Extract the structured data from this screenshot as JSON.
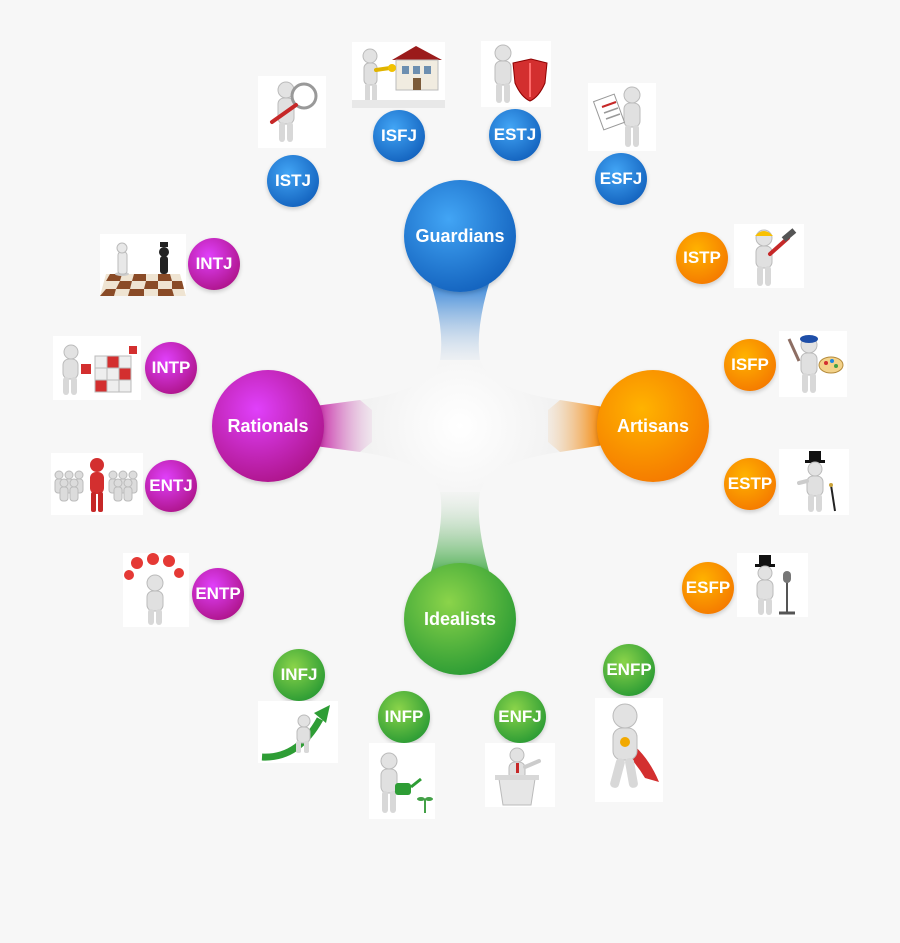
{
  "colors": {
    "guardians": "#1565c0",
    "guardians_light": "#42a5f5",
    "artisans": "#f57c00",
    "artisans_light": "#ffb300",
    "rationals": "#b0168f",
    "rationals_light": "#e040fb",
    "idealists": "#2e9d35",
    "idealists_light": "#8bd44a"
  },
  "hubs": {
    "guardians": {
      "label": "Guardians"
    },
    "artisans": {
      "label": "Artisans"
    },
    "rationals": {
      "label": "Rationals"
    },
    "idealists": {
      "label": "Idealists"
    }
  },
  "types": {
    "istj": {
      "label": "ISTJ",
      "group": "guardians",
      "icon": "magnifier-figure-icon"
    },
    "isfj": {
      "label": "ISFJ",
      "group": "guardians",
      "icon": "house-key-figure-icon"
    },
    "estj": {
      "label": "ESTJ",
      "group": "guardians",
      "icon": "shield-figure-icon"
    },
    "esfj": {
      "label": "ESFJ",
      "group": "guardians",
      "icon": "clipboard-figure-icon"
    },
    "istp": {
      "label": "ISTP",
      "group": "artisans",
      "icon": "hardhat-hammer-figure-icon"
    },
    "isfp": {
      "label": "ISFP",
      "group": "artisans",
      "icon": "painter-figure-icon"
    },
    "estp": {
      "label": "ESTP",
      "group": "artisans",
      "icon": "tophat-cane-figure-icon"
    },
    "esfp": {
      "label": "ESFP",
      "group": "artisans",
      "icon": "microphone-figure-icon"
    },
    "intj": {
      "label": "INTJ",
      "group": "rationals",
      "icon": "chess-icon"
    },
    "intp": {
      "label": "INTP",
      "group": "rationals",
      "icon": "cube-puzzle-figure-icon"
    },
    "entj": {
      "label": "ENTJ",
      "group": "rationals",
      "icon": "leader-crowd-icon"
    },
    "entp": {
      "label": "ENTP",
      "group": "rationals",
      "icon": "lightbulbs-figure-icon"
    },
    "infj": {
      "label": "INFJ",
      "group": "idealists",
      "icon": "growth-arrow-figure-icon"
    },
    "infp": {
      "label": "INFP",
      "group": "idealists",
      "icon": "watering-can-figure-icon"
    },
    "enfj": {
      "label": "ENFJ",
      "group": "idealists",
      "icon": "podium-speaker-icon"
    },
    "enfp": {
      "label": "ENFP",
      "group": "idealists",
      "icon": "superhero-figure-icon"
    }
  }
}
